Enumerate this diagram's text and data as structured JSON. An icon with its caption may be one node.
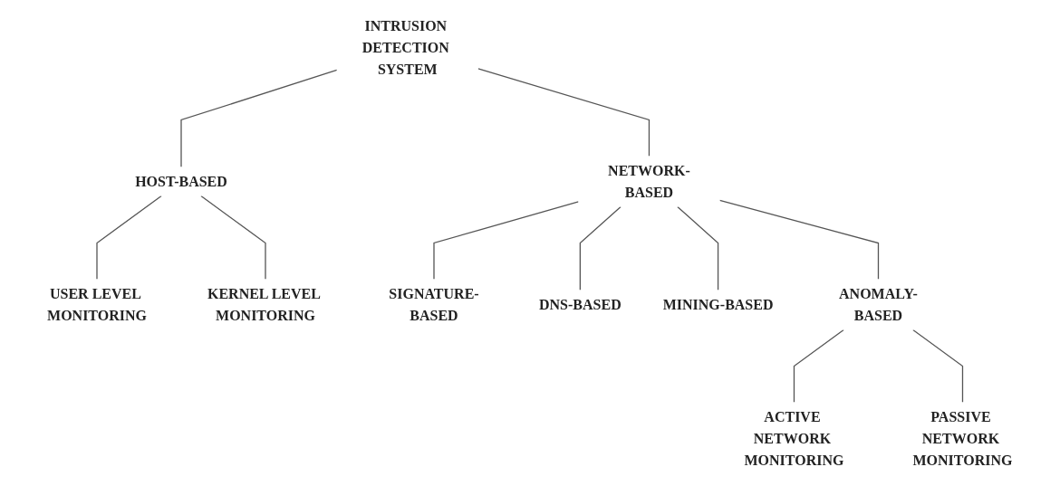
{
  "diagram": {
    "nodes": [
      {
        "text": [
          "INTRUSION DETECTION SYSTEM"
        ]
      },
      {
        "text": [
          "HOST-BASED"
        ]
      },
      {
        "text": [
          "NETWORK-BASED"
        ]
      },
      {
        "text": [
          "USER LEVEL MONITORING"
        ]
      },
      {
        "text": [
          "KERNEL LEVEL MONITORING"
        ]
      },
      {
        "text": [
          "SIGNATURE-BASED"
        ]
      },
      {
        "text": [
          "DNS-BASED"
        ]
      },
      {
        "text": [
          "MINING-BASED"
        ]
      },
      {
        "text": [
          "ANOMALY-BASED"
        ]
      },
      {
        "text": [
          "ACTIVE NETWORK MONITORING"
        ]
      },
      {
        "text": [
          "PASSIVE NETWORK MONITORING"
        ]
      }
    ],
    "edges": [
      {
        "from": 0,
        "to": 1,
        "arrow": "none"
      },
      {
        "from": 0,
        "to": 2,
        "arrow": "none"
      },
      {
        "from": 1,
        "to": 3,
        "arrow": "none"
      },
      {
        "from": 1,
        "to": 4,
        "arrow": "none"
      },
      {
        "from": 2,
        "to": 5,
        "arrow": "none"
      },
      {
        "from": 2,
        "to": 6,
        "arrow": "none"
      },
      {
        "from": 2,
        "to": 7,
        "arrow": "none"
      },
      {
        "from": 2,
        "to": 8,
        "arrow": "none"
      },
      {
        "from": 8,
        "to": 9,
        "arrow": "none"
      },
      {
        "from": 8,
        "to": 10,
        "arrow": "none"
      }
    ]
  }
}
